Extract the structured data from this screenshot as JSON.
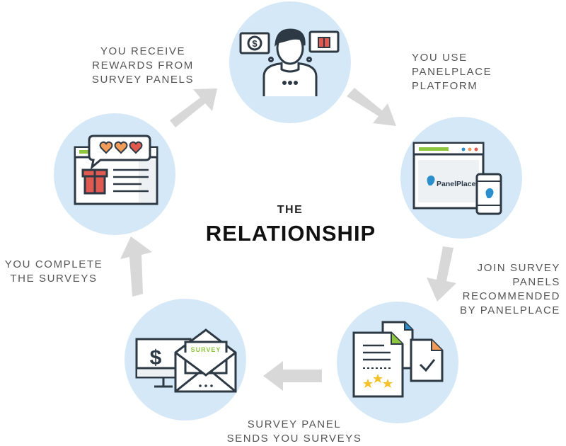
{
  "center": {
    "line1": "THE",
    "line2": "RELATIONSHIP"
  },
  "steps": [
    {
      "lines": [
        "YOU USE",
        "PANELPLACE",
        "PLATFORM"
      ]
    },
    {
      "lines": [
        "JOIN SURVEY",
        "PANELS",
        "RECOMMENDED",
        "BY PANELPLACE"
      ]
    },
    {
      "lines": [
        "SURVEY PANEL",
        "SENDS YOU SURVEYS"
      ]
    },
    {
      "lines": [
        "YOU COMPLETE",
        "THE SURVEYS"
      ]
    },
    {
      "lines": [
        "YOU RECEIVE",
        "REWARDS FROM",
        "SURVEY PANELS"
      ]
    }
  ],
  "icons": {
    "money_symbol": "$",
    "brand": "PanelPlace",
    "envelope_label": "SURVEY",
    "dollar": "$"
  },
  "colors": {
    "circle": "#d5e8f7",
    "arrow": "#d8d8d8",
    "outline": "#2d3a45",
    "orange": "#f39c5a",
    "green": "#8dc63f",
    "blue": "#2a8fcc",
    "red": "#e05a4f",
    "gold": "#f5c22b"
  }
}
